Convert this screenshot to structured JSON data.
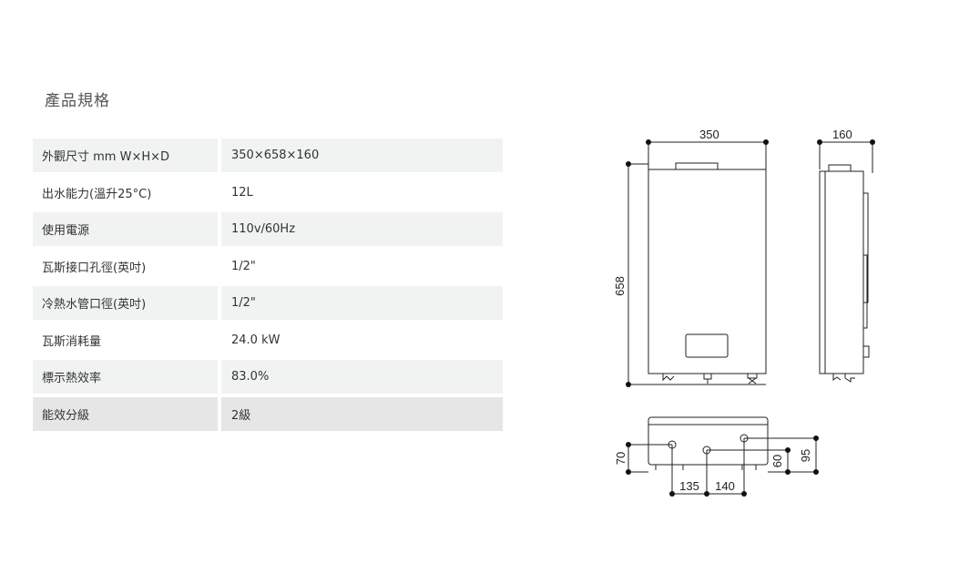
{
  "section_title": "產品規格",
  "specs": [
    {
      "label": "外觀尺寸 mm W×H×D",
      "value": "350×658×160"
    },
    {
      "label": "出水能力(溫升25°C)",
      "value": "12L"
    },
    {
      "label": "使用電源",
      "value": "110v/60Hz"
    },
    {
      "label": "瓦斯接口孔徑(英吋)",
      "value": "1/2\""
    },
    {
      "label": "冷熱水管口徑(英吋)",
      "value": "1/2\""
    },
    {
      "label": "瓦斯消耗量",
      "value": "24.0 kW"
    },
    {
      "label": "標示熱效率",
      "value": "83.0%"
    },
    {
      "label": "能效分級",
      "value": "2級"
    }
  ],
  "dimension_diagram": {
    "front_width": "350",
    "side_depth": "160",
    "height": "658",
    "bottom_offset_left": "70",
    "bottom_spacing_1": "135",
    "bottom_spacing_2": "140",
    "bottom_offset_mid": "60",
    "bottom_offset_right": "95"
  }
}
